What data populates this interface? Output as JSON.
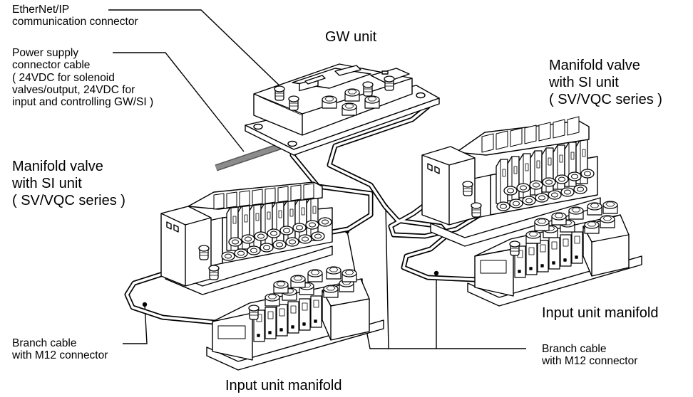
{
  "labels": {
    "ethernet": [
      "EtherNet/IP",
      "communication connector"
    ],
    "power": [
      "Power supply",
      "connector cable",
      "( 24VDC for solenoid",
      "valves/output, 24VDC for",
      "input and controlling GW/SI )"
    ],
    "gw": "GW unit",
    "mv_left": [
      "Manifold valve",
      "with SI unit",
      "( SV/VQC series )"
    ],
    "mv_right": [
      "Manifold valve",
      "with SI unit",
      "( SV/VQC series )"
    ],
    "branch_left": [
      "Branch cable",
      "with M12 connector"
    ],
    "branch_right": [
      "Branch cable",
      "with M12 connector"
    ],
    "input_right": "Input unit manifold",
    "input_bottom": "Input unit manifold"
  }
}
